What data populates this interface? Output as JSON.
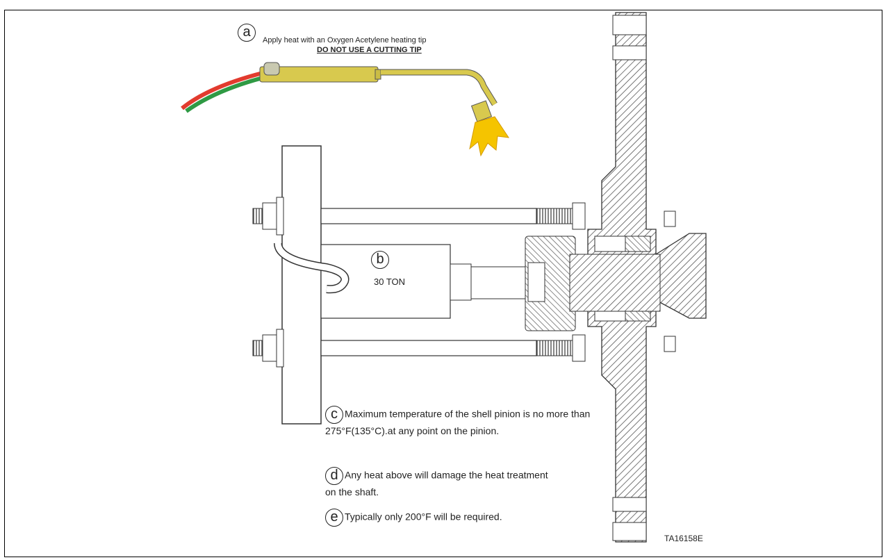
{
  "callouts": {
    "a": {
      "letter": "a",
      "line1": "Apply heat with an Oxygen Acetylene heating tip",
      "line2": "DO NOT USE A CUTTING TIP"
    },
    "b": {
      "letter": "b",
      "text": "30 TON"
    },
    "c": {
      "letter": "c",
      "text": "Maximum temperature of the shell pinion is no more than 275°F(135°C).at any point on the pinion."
    },
    "d": {
      "letter": "d",
      "text": "Any heat above will damage the heat treatment on the shaft."
    },
    "e": {
      "letter": "e",
      "text": "Typically only 200°F will be required."
    }
  },
  "figure_id": "TA16158E",
  "colors": {
    "torch": "#d8c94e",
    "flame": "#f5c400",
    "hose_red": "#e23b2e",
    "hose_green": "#2f9a44",
    "hatch": "#555555"
  }
}
